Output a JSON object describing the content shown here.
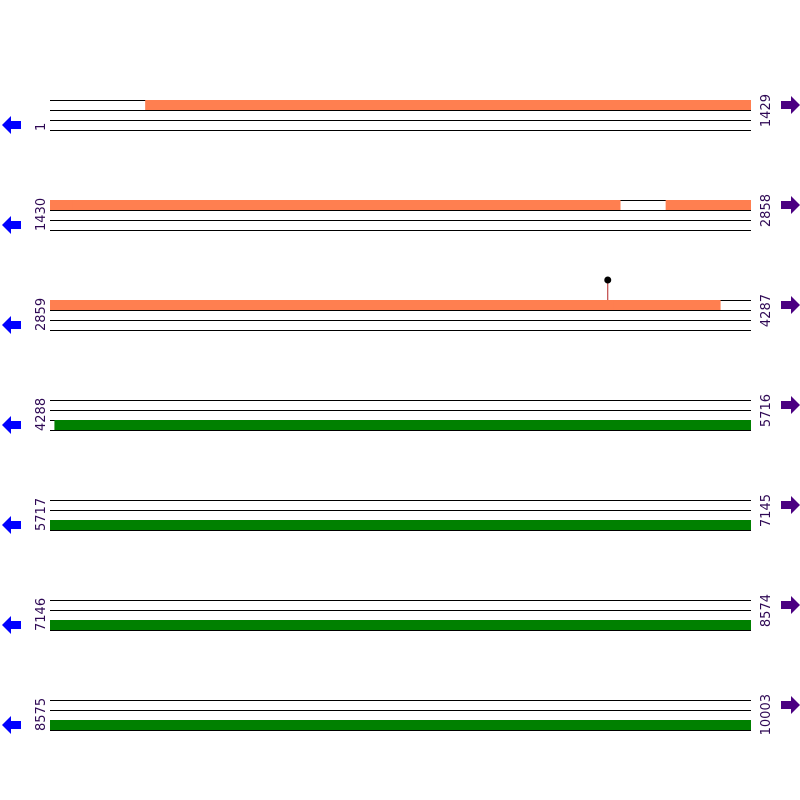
{
  "colors": {
    "forward_feature": "#ff7f50",
    "reverse_feature": "#008000",
    "track_line": "#000000",
    "left_arrow": "#0000ff",
    "right_arrow": "#4b0082",
    "label": "#2e0854",
    "marker_stem": "#b22222",
    "marker_head": "#000000"
  },
  "icons": {
    "left": "arrow-left-icon",
    "right": "arrow-right-icon"
  },
  "chart_data": {
    "type": "linear-sequence-map",
    "sequence_length": 10003,
    "rows": [
      {
        "start": 1,
        "end": 1429
      },
      {
        "start": 1430,
        "end": 2858
      },
      {
        "start": 2859,
        "end": 4287
      },
      {
        "start": 4288,
        "end": 5716
      },
      {
        "start": 5717,
        "end": 7145
      },
      {
        "start": 7146,
        "end": 8574
      },
      {
        "start": 8575,
        "end": 10003
      }
    ],
    "features": [
      {
        "strand": "forward",
        "start": 195,
        "end": 2032
      },
      {
        "strand": "forward",
        "start": 1430,
        "end": 1437
      },
      {
        "strand": "forward",
        "start": 1475,
        "end": 2592
      },
      {
        "strand": "forward",
        "start": 2685,
        "end": 4225
      },
      {
        "strand": "forward",
        "start": 3627,
        "end": 4006
      },
      {
        "strand": "reverse",
        "start": 4297,
        "end": 7118
      },
      {
        "strand": "reverse",
        "start": 5717,
        "end": 5726
      },
      {
        "strand": "reverse",
        "start": 5813,
        "end": 10056
      }
    ],
    "markers": [
      {
        "position": 3996
      }
    ]
  }
}
